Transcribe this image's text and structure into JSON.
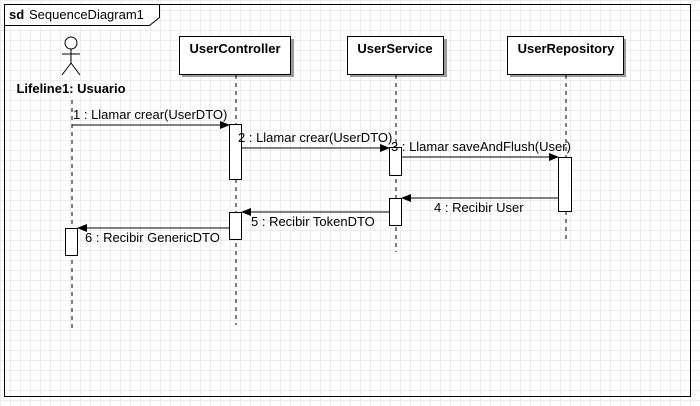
{
  "frame": {
    "keyword": "sd",
    "name": "SequenceDiagram1"
  },
  "actor": {
    "label": "Lifeline1: Usuario"
  },
  "lifelines": [
    {
      "label": "UserController"
    },
    {
      "label": "UserService"
    },
    {
      "label": "UserRepository"
    }
  ],
  "messages": [
    {
      "label": "1 : Llamar crear(UserDTO)"
    },
    {
      "label": "2 : Llamar crear(UserDTO)"
    },
    {
      "label": "3 : Llamar saveAndFlush(User)"
    },
    {
      "label": "4 : Recibir User"
    },
    {
      "label": "5 : Recibir TokenDTO"
    },
    {
      "label": "6 : Recibir GenericDTO"
    }
  ]
}
